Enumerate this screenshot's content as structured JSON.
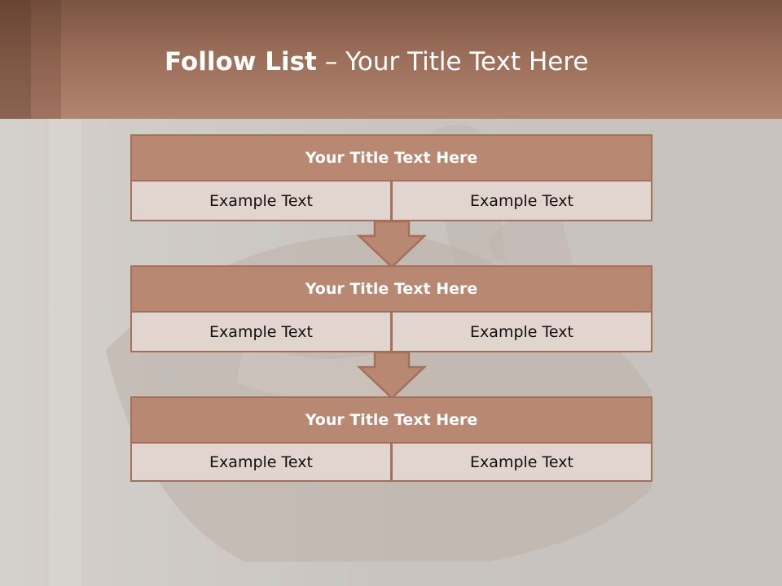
{
  "slide": {
    "title_bold": "Follow List",
    "title_rest": " – Your Title Text Here"
  },
  "steps": [
    {
      "title": "Your Title Text Here",
      "left": "Example Text",
      "right": "Example Text"
    },
    {
      "title": "Your Title Text Here",
      "left": "Example Text",
      "right": "Example Text"
    },
    {
      "title": "Your Title Text Here",
      "left": "Example Text",
      "right": "Example Text"
    }
  ],
  "colors": {
    "header": "#9a6d58",
    "block_title": "#b88872",
    "block_border": "#a5705a",
    "cell": "#e2d4cf",
    "background": "#cbc7c3"
  }
}
